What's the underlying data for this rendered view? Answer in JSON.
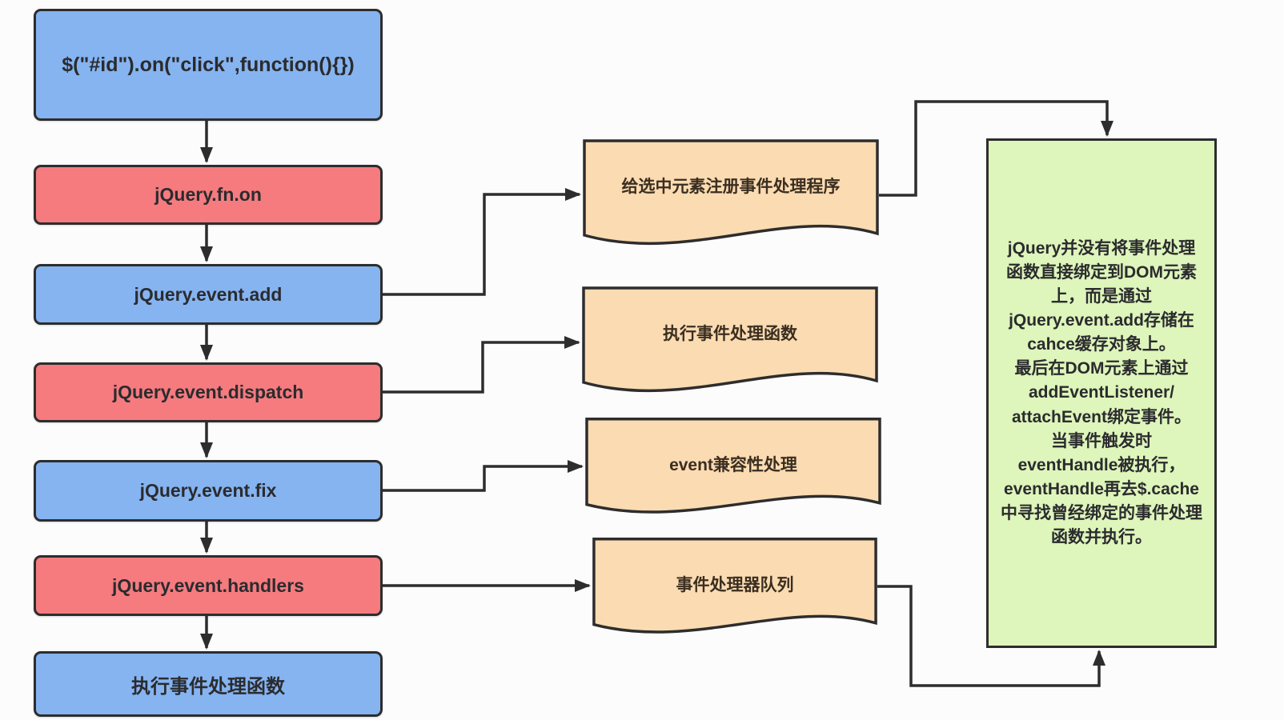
{
  "colors": {
    "box_blue": "#85b4f1",
    "box_red": "#f57b7f",
    "document_peach": "#fbdbb2",
    "note_green": "#def5bb",
    "line_border": "#2d2d2d",
    "background": "#fcfcfc",
    "text": "#2b2b2e"
  },
  "flow_steps": [
    {
      "label": "$(\"#id\").on(\"click\",function(){})",
      "color": "blue"
    },
    {
      "label": "jQuery.fn.on",
      "color": "red"
    },
    {
      "label": "jQuery.event.add",
      "color": "blue"
    },
    {
      "label": "jQuery.event.dispatch",
      "color": "red"
    },
    {
      "label": "jQuery.event.fix",
      "color": "blue"
    },
    {
      "label": "jQuery.event.handlers",
      "color": "red"
    },
    {
      "label": "执行事件处理函数",
      "color": "blue"
    }
  ],
  "documents": [
    {
      "label": "给选中元素注册事件处理程序"
    },
    {
      "label": "执行事件处理函数"
    },
    {
      "label": "event兼容性处理"
    },
    {
      "label": "事件处理器队列"
    }
  ],
  "note": {
    "text": "jQuery并没有将事件处理\n函数直接绑定到DOM元素\n上，而是通过\njQuery.event.add存储在\ncahce缓存对象上。\n最后在DOM元素上通过\naddEventListener/\nattachEvent绑定事件。\n当事件触发时\neventHandle被执行，\neventHandle再去$.cache\n中寻找曾经绑定的事件处理\n函数并执行。"
  }
}
